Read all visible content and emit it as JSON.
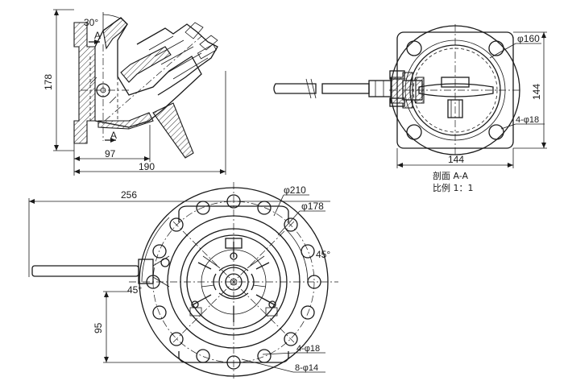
{
  "view_side": {
    "angle_label": "30°",
    "section_mark_top": "A",
    "section_mark_bottom": "A",
    "dim_height": "178",
    "dim_97": "97",
    "dim_190": "190"
  },
  "view_section": {
    "dim_diameter": "φ160",
    "dim_height": "144",
    "dim_width": "144",
    "dim_holes": "4-φ18",
    "caption_line1": "剖面 A-A",
    "caption_line2": "比例 1：1"
  },
  "view_plan": {
    "dim_256": "256",
    "dim_phi210": "φ210",
    "dim_phi178": "φ178",
    "angle_right": "45°",
    "angle_left": "45°",
    "dim_95": "95",
    "dim_holes_outer": "4-φ18",
    "dim_holes_inner": "8-φ14"
  }
}
